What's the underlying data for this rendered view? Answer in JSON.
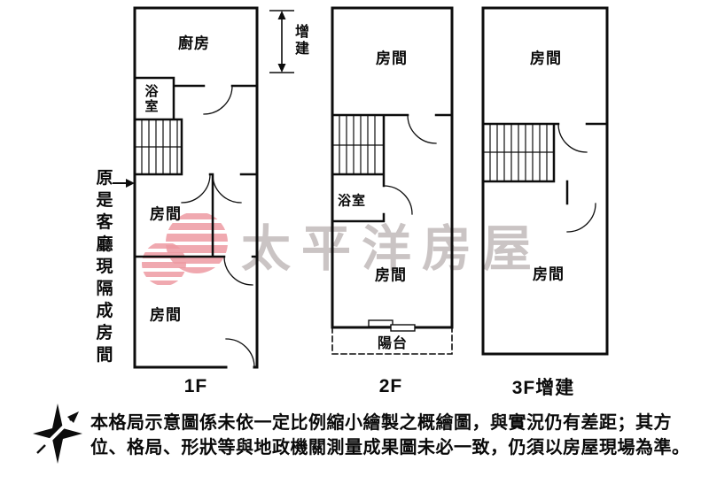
{
  "watermark": {
    "brand": "太平洋房屋",
    "logo_color": "#ee9aa3"
  },
  "extension_note": "增建",
  "floor1": {
    "label": "1F",
    "kitchen": "廚房",
    "bathroom": "浴室",
    "bedroom_mid": "房間",
    "bedroom_bottom": "房間",
    "side_note": "原是客廳現隔成房間"
  },
  "floor2": {
    "label": "2F",
    "bedroom_top": "房間",
    "bathroom": "浴室",
    "bedroom_bottom": "房間",
    "balcony": "陽台"
  },
  "floor3": {
    "label": "3F增建",
    "bedroom_top": "房間",
    "bedroom_bottom": "房間"
  },
  "disclaimer": {
    "line1": "本格局示意圖係未依一定比例縮小繪製之概繪圖，與實況仍有差距；其方",
    "line2": "位、格局、形狀等與地政機關測量成果圖未必一致，仍須以房屋現場為準。"
  }
}
